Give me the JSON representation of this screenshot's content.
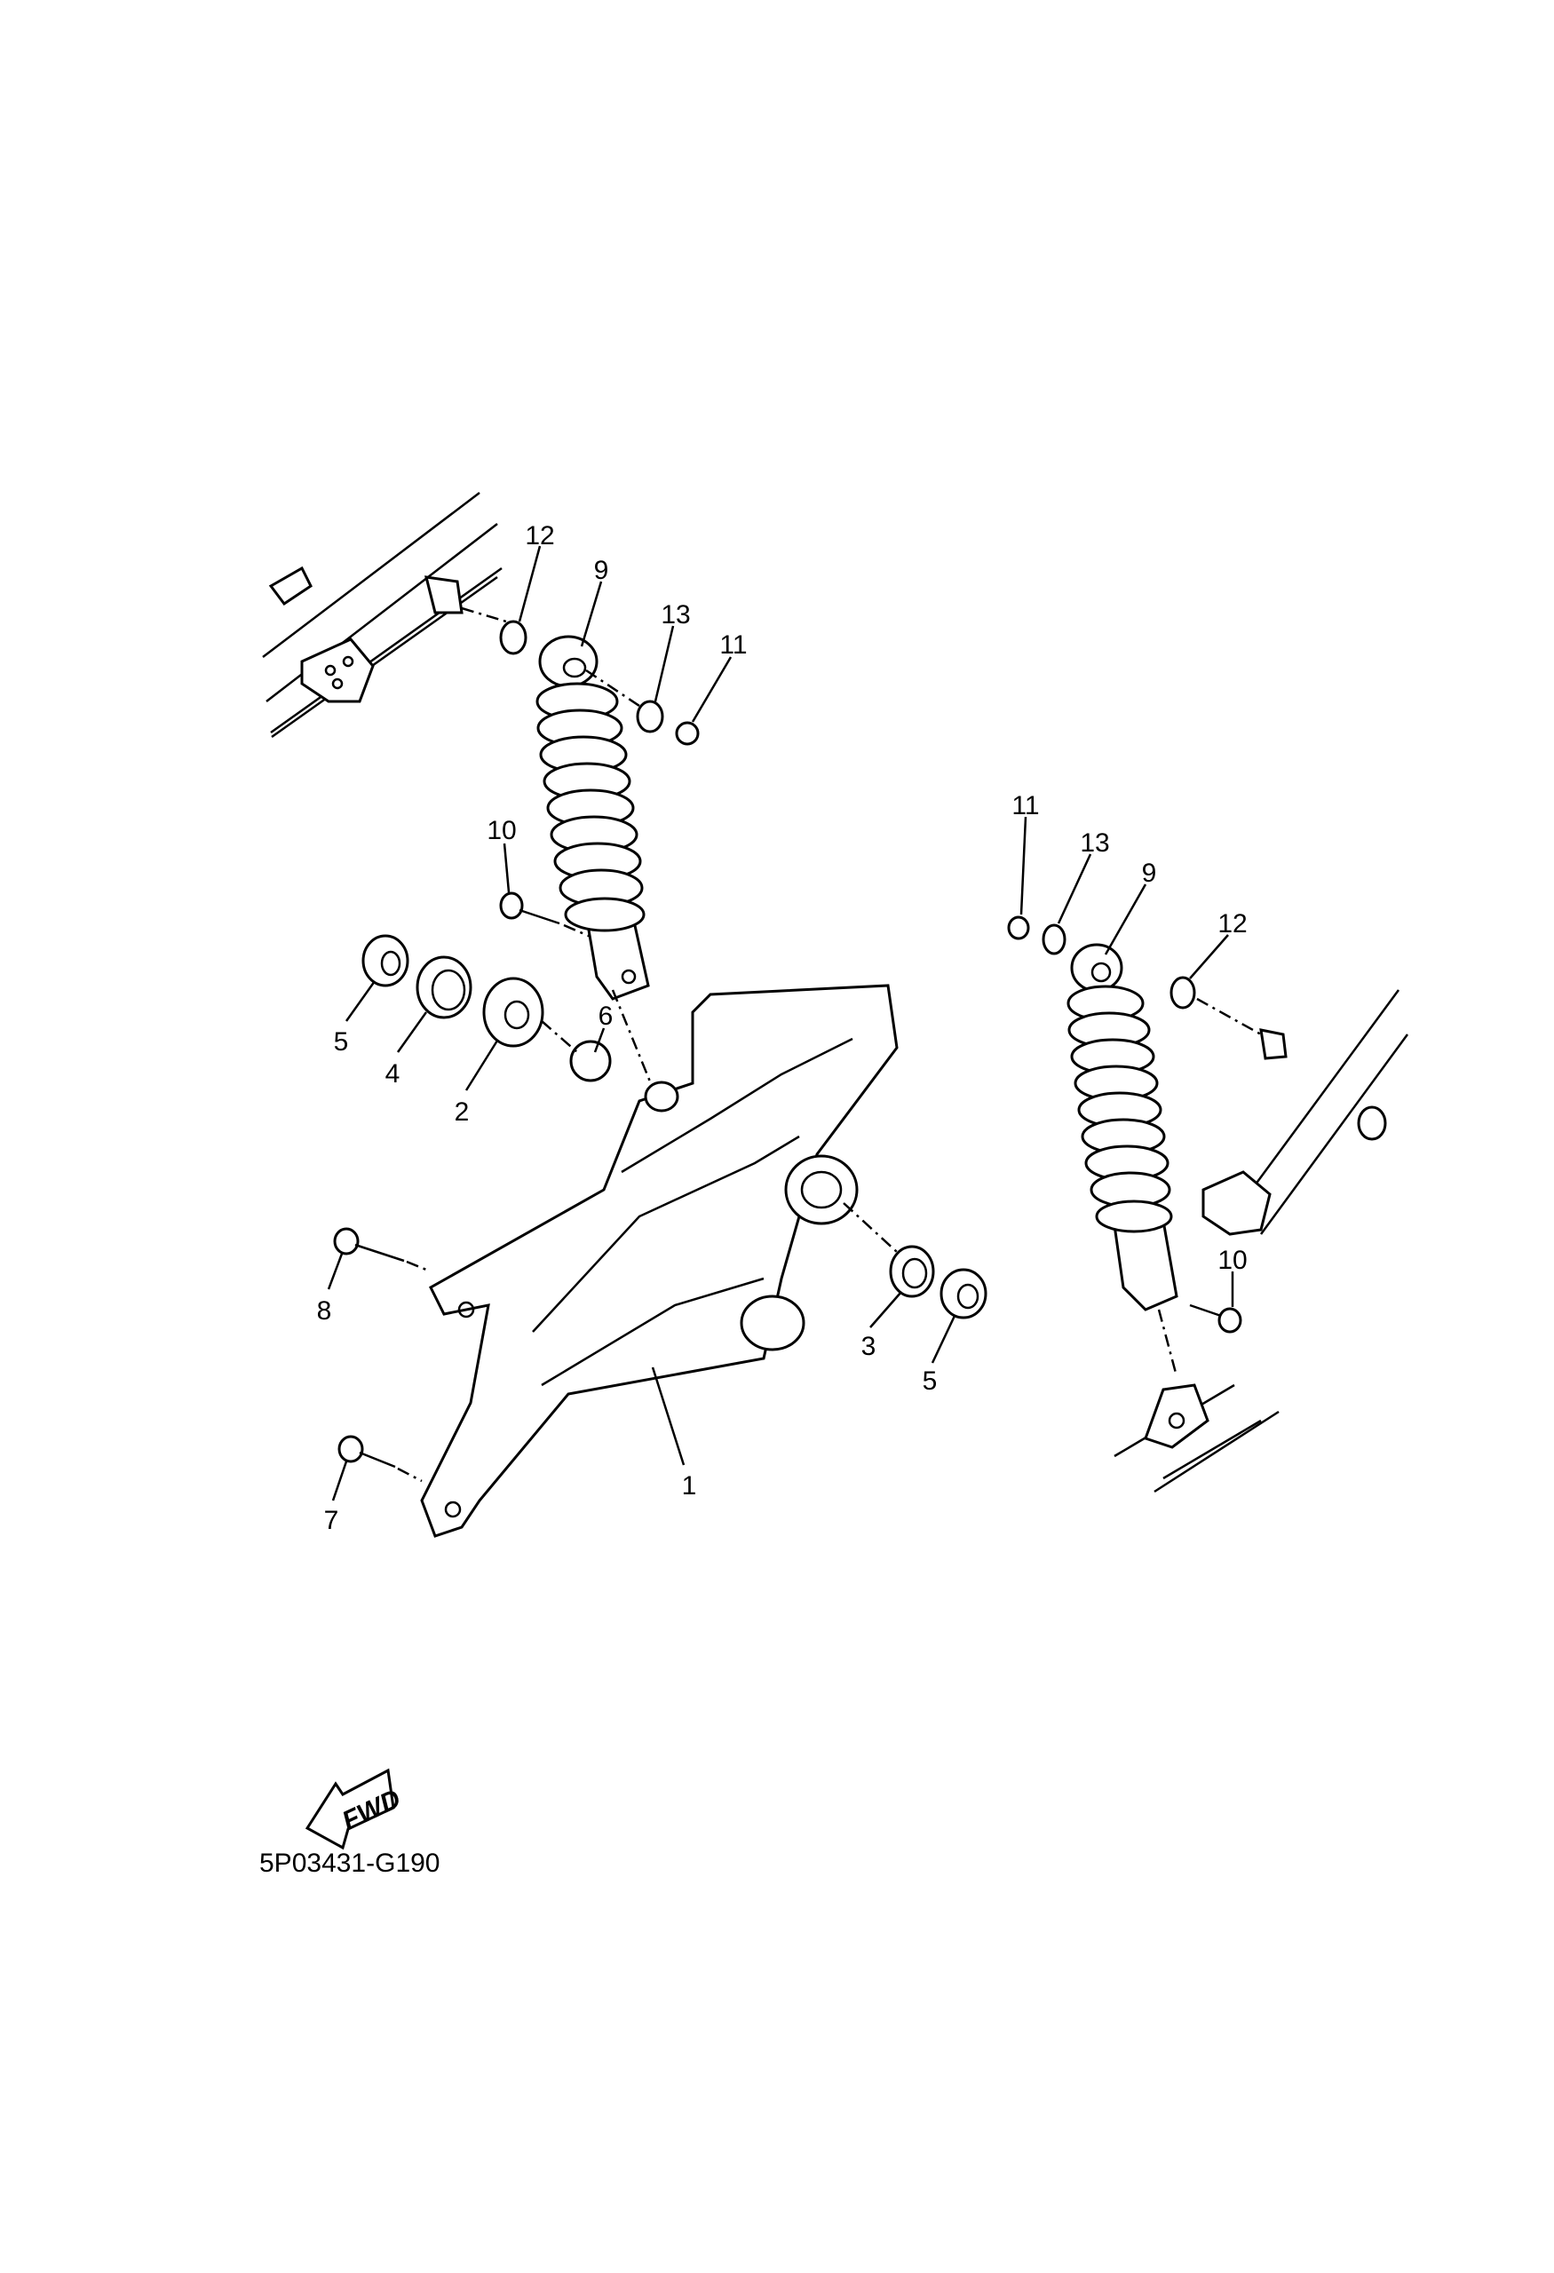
{
  "diagram": {
    "title_code": "5P03431-G190",
    "fwd_label": "FWD",
    "callouts": {
      "left_shock": {
        "washer_outer": "12",
        "shock": "9",
        "washer_inner": "13",
        "nut": "11",
        "bolt": "10"
      },
      "swingarm": {
        "arm": "1",
        "bearing": "2",
        "seal_right": "3",
        "seal_left": "4",
        "collar_left": "5",
        "collar_right": "5",
        "collar_shock": "6",
        "bolt_upper": "8",
        "bolt_lower": "7"
      },
      "right_shock": {
        "nut": "11",
        "washer_inner": "13",
        "shock": "9",
        "washer_outer": "12",
        "bolt": "10"
      }
    }
  }
}
